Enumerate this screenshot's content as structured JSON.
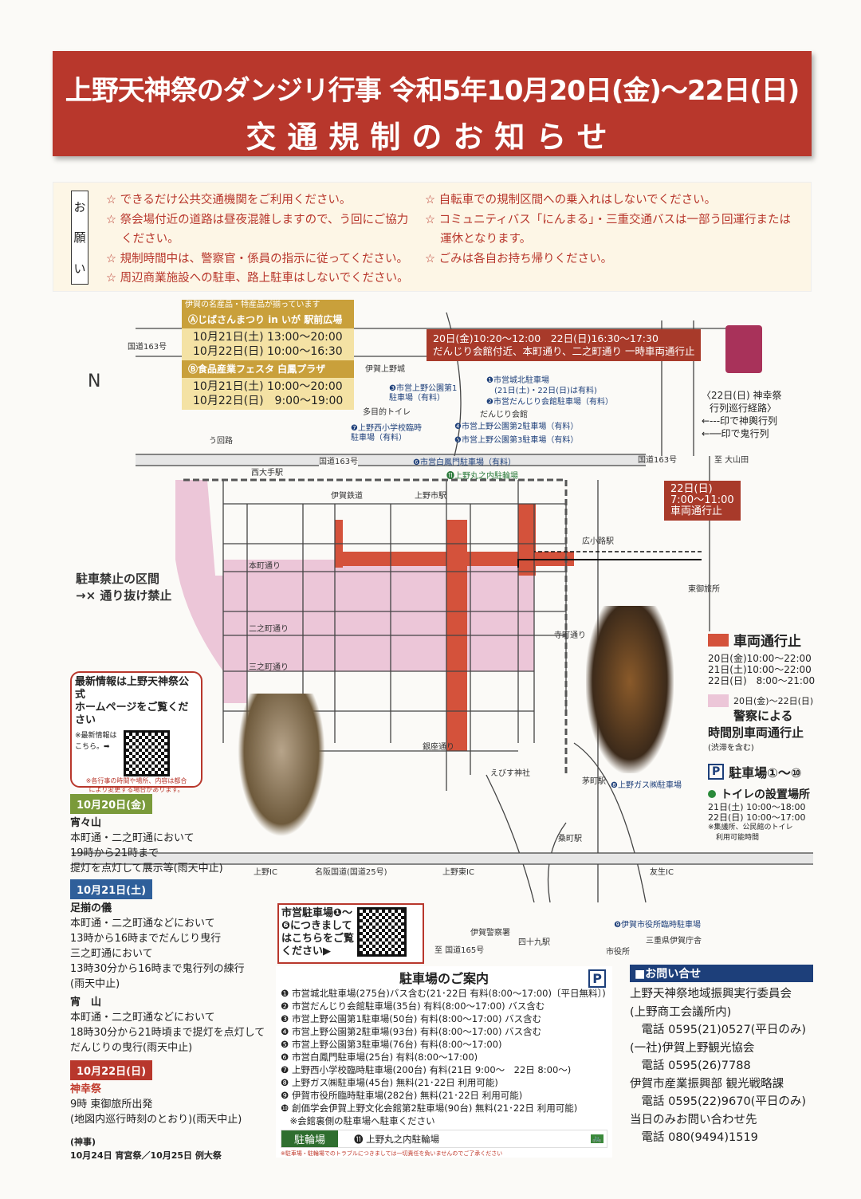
{
  "header": {
    "title": "上野天神祭のダンジリ行事 令和5年10月20日(金)〜22日(日)",
    "subtitle": "交通規制のお知らせ"
  },
  "request": {
    "label": [
      "お",
      "願",
      "い"
    ],
    "left": [
      "☆ できるだけ公共交通機関をご利用ください。",
      "☆ 祭会場付近の道路は昼夜混雑しますので、う回にご協力",
      "　 ください。",
      "☆ 規制時間中は、警察官・係員の指示に従ってください。",
      "☆ 周辺商業施設への駐車、路上駐車はしないでください。"
    ],
    "right": [
      "☆ 自転車での規制区間への乗入れはしないでください。",
      "☆ コミュニティバス「にんまる」・三重交通バスは一部う回運行または",
      "　 運休となります。",
      "☆ ごみは各自お持ち帰りください。"
    ]
  },
  "events": {
    "banner": "伊賀の名産品・特産品が揃っています",
    "a_title": "Ⓐじばさんまつり in いが 駅前広場",
    "a_times": [
      "10月21日(土) 13:00〜20:00",
      "10月22日(日) 10:00〜16:30"
    ],
    "b_title": "Ⓑ食品産業フェスタ 白鳳プラザ",
    "b_times": [
      "10月21日(土) 10:00〜20:00",
      "10月22日(日)　9:00〜19:00"
    ]
  },
  "notice_top": [
    "20日(金)10:20〜12:00　22日(日)16:30〜17:30",
    "だんじり会館付近、本町通り、二之町通り 一時車両通行止"
  ],
  "notice_east": [
    "22日(日)",
    "7:00〜11:00",
    "車両通行止"
  ],
  "procession": {
    "title": [
      "〈22日(日) 神幸祭",
      "行列巡行経路〉"
    ],
    "dashed": "←---印で神輿行列",
    "solid": "←──印で鬼行列"
  },
  "map_labels": {
    "north": "N",
    "r163a": "国道163号",
    "r163b": "国道163号",
    "r163c": "国道163号",
    "ooyamada": "至 大山田",
    "castle": "伊賀上野城",
    "toilet": "多目的トイレ",
    "p1": "❶市営城北駐車場",
    "p1b": "(21日(土)・22日(日)は有料)",
    "p2": "❷市営だんじり会館駐車場（有料）",
    "p3": "❸市営上野公園第1駐車場（有料）",
    "p4": "❹市営上野公園第2駐車場（有料）",
    "p5": "❺市営上野公園第3駐車場（有料）",
    "p6": "❻市営白鳳門駐車場（有料）",
    "p7": "❼上野西小学校臨時駐車場（有料）",
    "p8": "❽上野ガス㈱駐車場",
    "p9": "❾伊賀市役所臨時駐車場",
    "p11": "⓫上野丸之内駐輪場",
    "danjiri": "だんじり会館",
    "nishiote": "西大手駅",
    "uenoshi": "上野市駅",
    "hirokoji": "広小路駅",
    "kayacho": "茅町駅",
    "kuwamachi": "桑町駅",
    "iga_rail": "伊賀鉄道",
    "honmachi": "本町通り",
    "ninomachi": "二之町通り",
    "sannomachi": "三之町通り",
    "ginza": "銀座通り",
    "teramachi": "寺町通り",
    "meihan": "名阪国道(国道25号)",
    "ueno_ic": "上野IC",
    "uenohigashi_ic": "上野東IC",
    "tomo_ic": "友生IC",
    "r165": "至 国道165号",
    "police": "伊賀警察署",
    "mie": "三重県伊賀庁舎",
    "shiyakusho": "市役所",
    "ebisu": "えびす神社",
    "yotsuya": "四十九駅",
    "detour": "う回路",
    "no_parking": "駐車禁止の区間",
    "no_through": "→× 通り抜け禁止",
    "otabisho": "東御旅所"
  },
  "legend": {
    "closed": "車両通行止",
    "closed_times": [
      "20日(金)10:00〜22:00",
      "21日(土)10:00〜22:00",
      "22日(日)　8:00〜21:00"
    ],
    "police_dates": "20日(金)〜22日(日)",
    "police": [
      "警察による",
      "時間別車両通行止"
    ],
    "police_note": "(渋滞を含む)",
    "parking": "駐車場①〜⑩",
    "parking_icon": "P",
    "toilet": "トイレの設置場所",
    "toilet_times": [
      "21日(土) 10:00〜18:00",
      "22日(日) 10:00〜17:00"
    ],
    "toilet_note": [
      "※集議所、公民館のトイレ",
      "利用可能時間"
    ]
  },
  "hp": {
    "title": [
      "最新情報は上野天神祭公式",
      "ホームページをご覧ください"
    ],
    "note": [
      "※最新情報は",
      "こちら。➡"
    ],
    "warn": [
      "※各行事の時間や場所、内容は都合",
      "により変更する場合があります。"
    ]
  },
  "schedule": [
    {
      "day": "10月20日(金)",
      "color": "#7a9a3a",
      "items": [
        {
          "name": "宵々山",
          "text": [
            "本町通・二之町通において",
            "19時から21時まで",
            "提灯を点灯して展示等(雨天中止)"
          ]
        }
      ]
    },
    {
      "day": "10月21日(土)",
      "color": "#2f5f9a",
      "items": [
        {
          "name": "足揃の儀",
          "text": [
            "本町通・二之町通などにおいて",
            "13時から16時までだんじり曳行",
            "三之町通において",
            "13時30分から16時まで鬼行列の練行",
            "(雨天中止)"
          ]
        },
        {
          "name": "宵　山",
          "text": [
            "本町通・二之町通などにおいて",
            "18時30分から21時頃まで提灯を点灯して",
            "だんじりの曳行(雨天中止)"
          ]
        }
      ]
    },
    {
      "day": "10月22日(日)",
      "color": "#b8372c",
      "items": [
        {
          "name": "神幸祭",
          "text": [
            "9時 東御旅所出発",
            "(地図内巡行時刻のとおり)(雨天中止)"
          ]
        }
      ]
    }
  ],
  "shinji": {
    "label": "(神事)",
    "text": "10月24日 宵宮祭／10月25日 例大祭"
  },
  "qr_parking": [
    "市営駐車場❶〜",
    "❻につきまして",
    "はこちらをご覧",
    "ください▶"
  ],
  "parking": {
    "title": "駐車場のご案内",
    "icon": "P",
    "list": [
      "❶ 市営城北駐車場(275台)バス含む(21･22日 有料(8:00〜17:00)〔平日無料〕)",
      "❷ 市営だんじり会館駐車場(35台) 有料(8:00〜17:00) バス含む",
      "❸ 市営上野公園第1駐車場(50台) 有料(8:00〜17:00) バス含む",
      "❹ 市営上野公園第2駐車場(93台) 有料(8:00〜17:00) バス含む",
      "❺ 市営上野公園第3駐車場(76台) 有料(8:00〜17:00)",
      "❻ 市営白鳳門駐車場(25台) 有料(8:00〜17:00)",
      "❼ 上野西小学校臨時駐車場(200台) 有料(21日 9:00〜　22日 8:00〜)",
      "❽ 上野ガス㈱駐車場(45台) 無料(21･22日 利用可能)",
      "❾ 伊賀市役所臨時駐車場(282台) 無料(21･22日 利用可能)",
      "❿ 創価学会伊賀上野文化会館第2駐車場(90台) 無料(21･22日 利用可能)",
      "　※会館裏側の駐車場へ駐車ください"
    ],
    "bike_label": "駐輪場",
    "bike": "⓫ 上野丸之内駐輪場",
    "bike_icon": "🚲",
    "disclaimer": "※駐車場・駐輪場でのトラブルにつきましては一切責任を負いませんのでご了承ください"
  },
  "contact": {
    "title": "■お問い合せ",
    "lines": [
      "上野天神祭地域振興実行委員会",
      "(上野商工会議所内)",
      "　電話 0595(21)0527(平日のみ)",
      "(一社)伊賀上野観光協会",
      "　電話 0595(26)7788",
      "伊賀市産業振興部 観光戦略課",
      "　電話 0595(22)9670(平日のみ)",
      "当日のみお問い合わせ先",
      "　電話 080(9494)1519"
    ]
  }
}
